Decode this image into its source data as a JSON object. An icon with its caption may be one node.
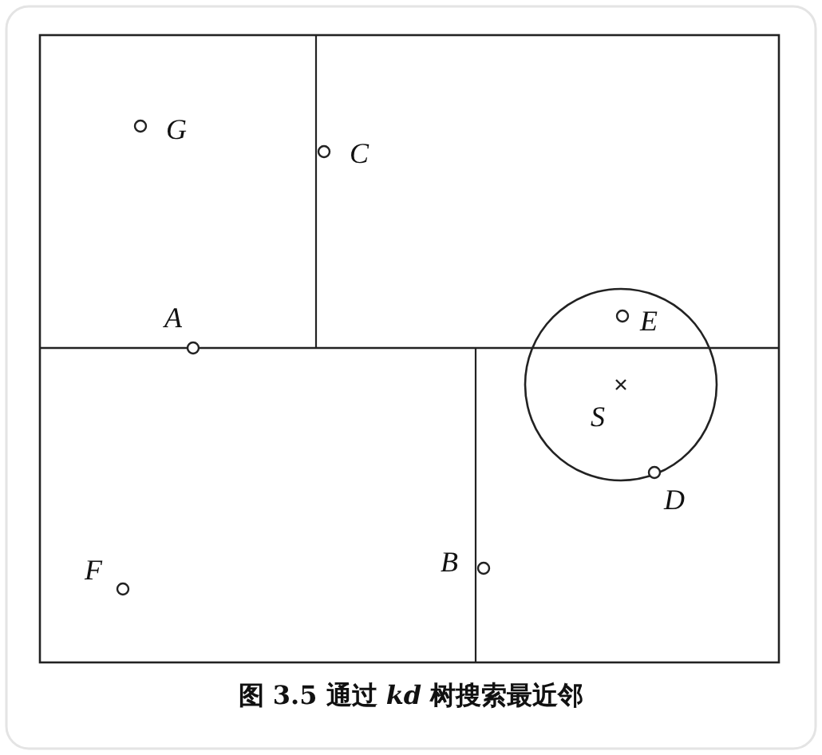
{
  "diagram": {
    "caption": "图 3.5 通过 *kd* 树搜索最近邻",
    "labels": [
      "G",
      "C",
      "A",
      "E",
      "S",
      "F",
      "B",
      "D"
    ]
  }
}
